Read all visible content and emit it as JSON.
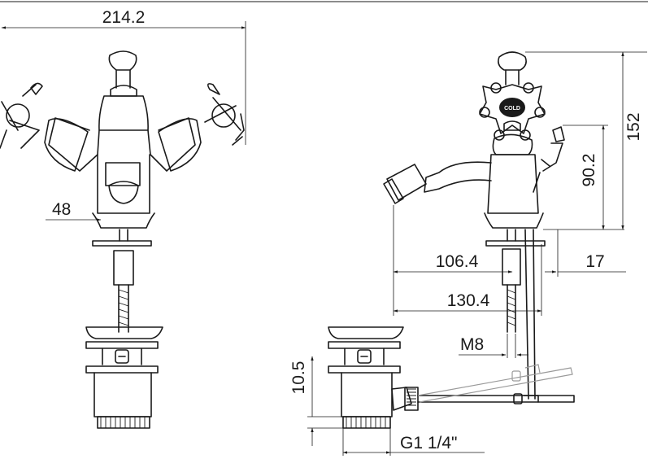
{
  "title": "",
  "dimensions": {
    "overall_width": "214.2",
    "spout_base": "48",
    "overall_height": "152",
    "spout_height": "90.2",
    "spout_reach": "106.4",
    "total_depth": "130.4",
    "rod_offset": "17",
    "thread_size": "M8",
    "waste_height": "10.5",
    "waste_thread": "G1 1/4\""
  },
  "handle_marking": "COLD",
  "colors": {
    "line": "#1a1a1a",
    "ghost": "#9a9a9a",
    "background": "#ffffff"
  }
}
